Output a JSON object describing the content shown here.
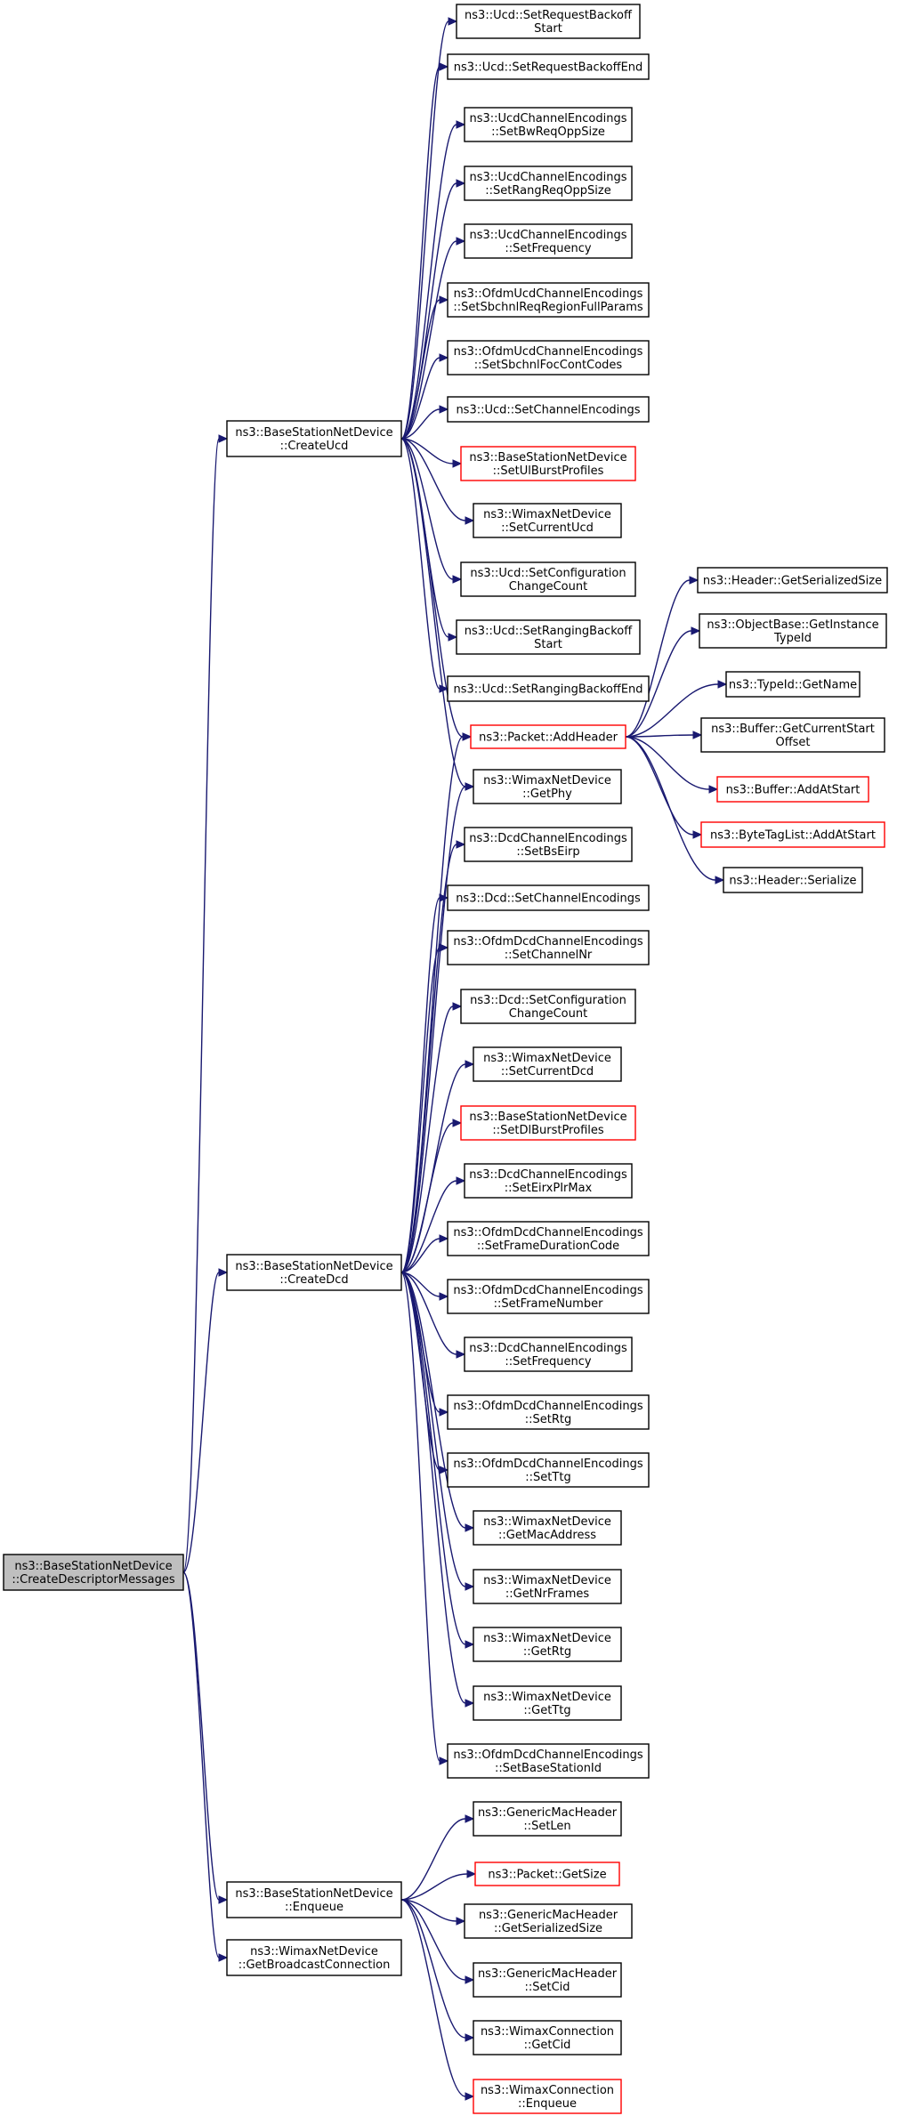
{
  "colors": {
    "edge": "#191970",
    "node_border": "#000000",
    "node_border_incomplete": "#ff0000",
    "root_fill": "#bfbfbf",
    "node_fill": "#ffffff"
  },
  "nodes": [
    {
      "id": "root",
      "lines": [
        "ns3::BaseStationNetDevice",
        "::CreateDescriptorMessages"
      ],
      "style": "root"
    },
    {
      "id": "createUcd",
      "lines": [
        "ns3::BaseStationNetDevice",
        "::CreateUcd"
      ],
      "style": "normal"
    },
    {
      "id": "createDcd",
      "lines": [
        "ns3::BaseStationNetDevice",
        "::CreateDcd"
      ],
      "style": "normal"
    },
    {
      "id": "enqueueBS",
      "lines": [
        "ns3::BaseStationNetDevice",
        "::Enqueue"
      ],
      "style": "normal"
    },
    {
      "id": "getBroadcast",
      "lines": [
        "ns3::WimaxNetDevice",
        "::GetBroadcastConnection"
      ],
      "style": "normal"
    },
    {
      "id": "u1",
      "lines": [
        "ns3::Ucd::SetRequestBackoff",
        "Start"
      ],
      "style": "normal"
    },
    {
      "id": "u2",
      "lines": [
        "ns3::Ucd::SetRequestBackoffEnd"
      ],
      "style": "normal"
    },
    {
      "id": "u3",
      "lines": [
        "ns3::UcdChannelEncodings",
        "::SetBwReqOppSize"
      ],
      "style": "normal"
    },
    {
      "id": "u4",
      "lines": [
        "ns3::UcdChannelEncodings",
        "::SetRangReqOppSize"
      ],
      "style": "normal"
    },
    {
      "id": "u5",
      "lines": [
        "ns3::UcdChannelEncodings",
        "::SetFrequency"
      ],
      "style": "normal"
    },
    {
      "id": "u6",
      "lines": [
        "ns3::OfdmUcdChannelEncodings",
        "::SetSbchnlReqRegionFullParams"
      ],
      "style": "normal"
    },
    {
      "id": "u7",
      "lines": [
        "ns3::OfdmUcdChannelEncodings",
        "::SetSbchnlFocContCodes"
      ],
      "style": "normal"
    },
    {
      "id": "u8",
      "lines": [
        "ns3::Ucd::SetChannelEncodings"
      ],
      "style": "normal"
    },
    {
      "id": "u9",
      "lines": [
        "ns3::BaseStationNetDevice",
        "::SetUlBurstProfiles"
      ],
      "style": "red"
    },
    {
      "id": "u10",
      "lines": [
        "ns3::WimaxNetDevice",
        "::SetCurrentUcd"
      ],
      "style": "normal"
    },
    {
      "id": "u11",
      "lines": [
        "ns3::Ucd::SetConfiguration",
        "ChangeCount"
      ],
      "style": "normal"
    },
    {
      "id": "u12",
      "lines": [
        "ns3::Ucd::SetRangingBackoff",
        "Start"
      ],
      "style": "normal"
    },
    {
      "id": "u13",
      "lines": [
        "ns3::Ucd::SetRangingBackoffEnd"
      ],
      "style": "normal"
    },
    {
      "id": "addHeader",
      "lines": [
        "ns3::Packet::AddHeader"
      ],
      "style": "red"
    },
    {
      "id": "getPhy",
      "lines": [
        "ns3::WimaxNetDevice",
        "::GetPhy"
      ],
      "style": "normal"
    },
    {
      "id": "h1",
      "lines": [
        "ns3::Header::GetSerializedSize"
      ],
      "style": "normal"
    },
    {
      "id": "h2",
      "lines": [
        "ns3::ObjectBase::GetInstance",
        "TypeId"
      ],
      "style": "normal"
    },
    {
      "id": "h3",
      "lines": [
        "ns3::TypeId::GetName"
      ],
      "style": "normal"
    },
    {
      "id": "h4",
      "lines": [
        "ns3::Buffer::GetCurrentStart",
        "Offset"
      ],
      "style": "normal"
    },
    {
      "id": "h5",
      "lines": [
        "ns3::Buffer::AddAtStart"
      ],
      "style": "red"
    },
    {
      "id": "h6",
      "lines": [
        "ns3::ByteTagList::AddAtStart"
      ],
      "style": "red"
    },
    {
      "id": "h7",
      "lines": [
        "ns3::Header::Serialize"
      ],
      "style": "normal"
    },
    {
      "id": "d1",
      "lines": [
        "ns3::DcdChannelEncodings",
        "::SetBsEirp"
      ],
      "style": "normal"
    },
    {
      "id": "d2",
      "lines": [
        "ns3::Dcd::SetChannelEncodings"
      ],
      "style": "normal"
    },
    {
      "id": "d3",
      "lines": [
        "ns3::OfdmDcdChannelEncodings",
        "::SetChannelNr"
      ],
      "style": "normal"
    },
    {
      "id": "d4",
      "lines": [
        "ns3::Dcd::SetConfiguration",
        "ChangeCount"
      ],
      "style": "normal"
    },
    {
      "id": "d5",
      "lines": [
        "ns3::WimaxNetDevice",
        "::SetCurrentDcd"
      ],
      "style": "normal"
    },
    {
      "id": "d6",
      "lines": [
        "ns3::BaseStationNetDevice",
        "::SetDlBurstProfiles"
      ],
      "style": "red"
    },
    {
      "id": "d7",
      "lines": [
        "ns3::DcdChannelEncodings",
        "::SetEirxPIrMax"
      ],
      "style": "normal"
    },
    {
      "id": "d8",
      "lines": [
        "ns3::OfdmDcdChannelEncodings",
        "::SetFrameDurationCode"
      ],
      "style": "normal"
    },
    {
      "id": "d9",
      "lines": [
        "ns3::OfdmDcdChannelEncodings",
        "::SetFrameNumber"
      ],
      "style": "normal"
    },
    {
      "id": "d10",
      "lines": [
        "ns3::DcdChannelEncodings",
        "::SetFrequency"
      ],
      "style": "normal"
    },
    {
      "id": "d11",
      "lines": [
        "ns3::OfdmDcdChannelEncodings",
        "::SetRtg"
      ],
      "style": "normal"
    },
    {
      "id": "d12",
      "lines": [
        "ns3::OfdmDcdChannelEncodings",
        "::SetTtg"
      ],
      "style": "normal"
    },
    {
      "id": "d13",
      "lines": [
        "ns3::WimaxNetDevice",
        "::GetMacAddress"
      ],
      "style": "normal"
    },
    {
      "id": "d14",
      "lines": [
        "ns3::WimaxNetDevice",
        "::GetNrFrames"
      ],
      "style": "normal"
    },
    {
      "id": "d15",
      "lines": [
        "ns3::WimaxNetDevice",
        "::GetRtg"
      ],
      "style": "normal"
    },
    {
      "id": "d16",
      "lines": [
        "ns3::WimaxNetDevice",
        "::GetTtg"
      ],
      "style": "normal"
    },
    {
      "id": "d17",
      "lines": [
        "ns3::OfdmDcdChannelEncodings",
        "::SetBaseStationId"
      ],
      "style": "normal"
    },
    {
      "id": "e1",
      "lines": [
        "ns3::GenericMacHeader",
        "::SetLen"
      ],
      "style": "normal"
    },
    {
      "id": "e2",
      "lines": [
        "ns3::Packet::GetSize"
      ],
      "style": "red"
    },
    {
      "id": "e3",
      "lines": [
        "ns3::GenericMacHeader",
        "::GetSerializedSize"
      ],
      "style": "normal"
    },
    {
      "id": "e4",
      "lines": [
        "ns3::GenericMacHeader",
        "::SetCid"
      ],
      "style": "normal"
    },
    {
      "id": "e5",
      "lines": [
        "ns3::WimaxConnection",
        "::GetCid"
      ],
      "style": "normal"
    },
    {
      "id": "e6",
      "lines": [
        "ns3::WimaxConnection",
        "::Enqueue"
      ],
      "style": "red"
    }
  ],
  "edges": [
    [
      "root",
      "createUcd"
    ],
    [
      "root",
      "createDcd"
    ],
    [
      "root",
      "enqueueBS"
    ],
    [
      "root",
      "getBroadcast"
    ],
    [
      "createUcd",
      "u1"
    ],
    [
      "createUcd",
      "u2"
    ],
    [
      "createUcd",
      "u3"
    ],
    [
      "createUcd",
      "u4"
    ],
    [
      "createUcd",
      "u5"
    ],
    [
      "createUcd",
      "u6"
    ],
    [
      "createUcd",
      "u7"
    ],
    [
      "createUcd",
      "u8"
    ],
    [
      "createUcd",
      "u9"
    ],
    [
      "createUcd",
      "u10"
    ],
    [
      "createUcd",
      "u11"
    ],
    [
      "createUcd",
      "u12"
    ],
    [
      "createUcd",
      "u13"
    ],
    [
      "createUcd",
      "addHeader"
    ],
    [
      "createUcd",
      "getPhy"
    ],
    [
      "addHeader",
      "h1"
    ],
    [
      "addHeader",
      "h2"
    ],
    [
      "addHeader",
      "h3"
    ],
    [
      "addHeader",
      "h4"
    ],
    [
      "addHeader",
      "h5"
    ],
    [
      "addHeader",
      "h6"
    ],
    [
      "addHeader",
      "h7"
    ],
    [
      "createDcd",
      "addHeader"
    ],
    [
      "createDcd",
      "getPhy"
    ],
    [
      "createDcd",
      "d1"
    ],
    [
      "createDcd",
      "d2"
    ],
    [
      "createDcd",
      "d3"
    ],
    [
      "createDcd",
      "d4"
    ],
    [
      "createDcd",
      "d5"
    ],
    [
      "createDcd",
      "d6"
    ],
    [
      "createDcd",
      "d7"
    ],
    [
      "createDcd",
      "d8"
    ],
    [
      "createDcd",
      "d9"
    ],
    [
      "createDcd",
      "d10"
    ],
    [
      "createDcd",
      "d11"
    ],
    [
      "createDcd",
      "d12"
    ],
    [
      "createDcd",
      "d13"
    ],
    [
      "createDcd",
      "d14"
    ],
    [
      "createDcd",
      "d15"
    ],
    [
      "createDcd",
      "d16"
    ],
    [
      "createDcd",
      "d17"
    ],
    [
      "enqueueBS",
      "e1"
    ],
    [
      "enqueueBS",
      "e2"
    ],
    [
      "enqueueBS",
      "e3"
    ],
    [
      "enqueueBS",
      "e4"
    ],
    [
      "enqueueBS",
      "e5"
    ],
    [
      "enqueueBS",
      "e6"
    ]
  ]
}
